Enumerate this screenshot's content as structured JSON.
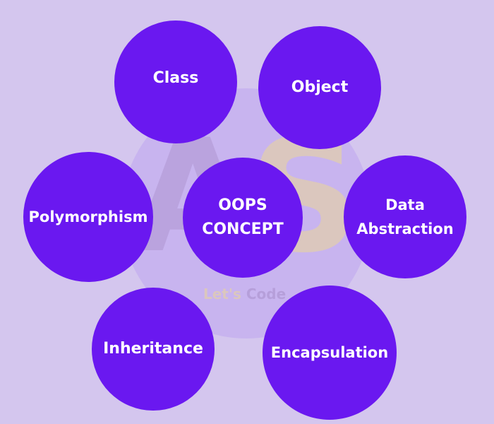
{
  "diagram": {
    "center": {
      "label": "OOPS\nCONCEPT"
    },
    "nodes": [
      {
        "id": "class",
        "label": "Class"
      },
      {
        "id": "object",
        "label": "Object"
      },
      {
        "id": "polymorphism",
        "label": "Polymorphism"
      },
      {
        "id": "data-abstraction",
        "label": "Data\nAbstraction"
      },
      {
        "id": "inheritance",
        "label": "Inheritance"
      },
      {
        "id": "encapsulation",
        "label": "Encapsulation"
      }
    ]
  },
  "watermark": {
    "letters_a": "A",
    "letters_s": "S",
    "tagline_part1": "Let's",
    "tagline_part2": "Code"
  },
  "colors": {
    "background": "#d4c6ee",
    "bubble": "#6a18f0",
    "text": "#ffffff"
  }
}
